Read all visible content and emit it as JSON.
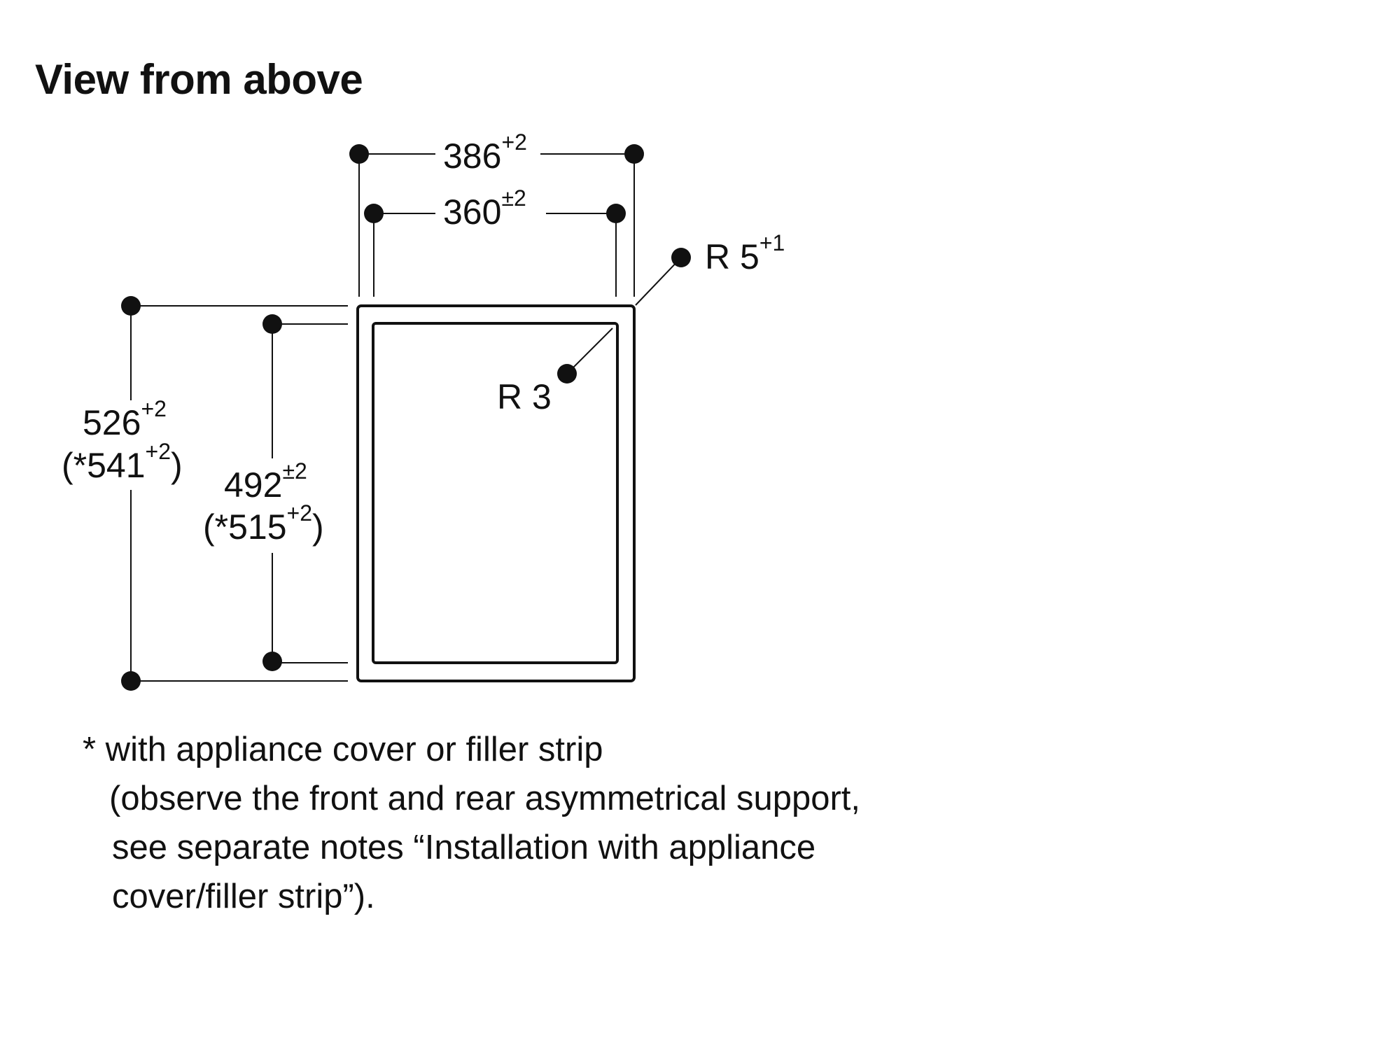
{
  "title": "View from above",
  "dimensions": {
    "outer_width": {
      "value": "386",
      "tolerance": "+2"
    },
    "inner_width": {
      "value": "360",
      "tolerance": "±2"
    },
    "outer_radius": {
      "value": "R 5",
      "tolerance": "+1"
    },
    "inner_radius": {
      "value": "R 3"
    },
    "outer_depth": {
      "value": "526",
      "tolerance": "+2",
      "alt_prefix": "(*",
      "alt_value": "541",
      "alt_tolerance": "+2",
      "alt_suffix": ")"
    },
    "inner_depth": {
      "value": "492",
      "tolerance": "±2",
      "alt_prefix": "(*",
      "alt_value": "515",
      "alt_tolerance": "+2",
      "alt_suffix": ")"
    }
  },
  "footnote": {
    "line1": "* with appliance cover or filler strip",
    "line2": "(observe the front and rear asymmetrical support,",
    "line3": "see separate notes “Installation with appliance",
    "line4": "cover/filler strip”)."
  }
}
